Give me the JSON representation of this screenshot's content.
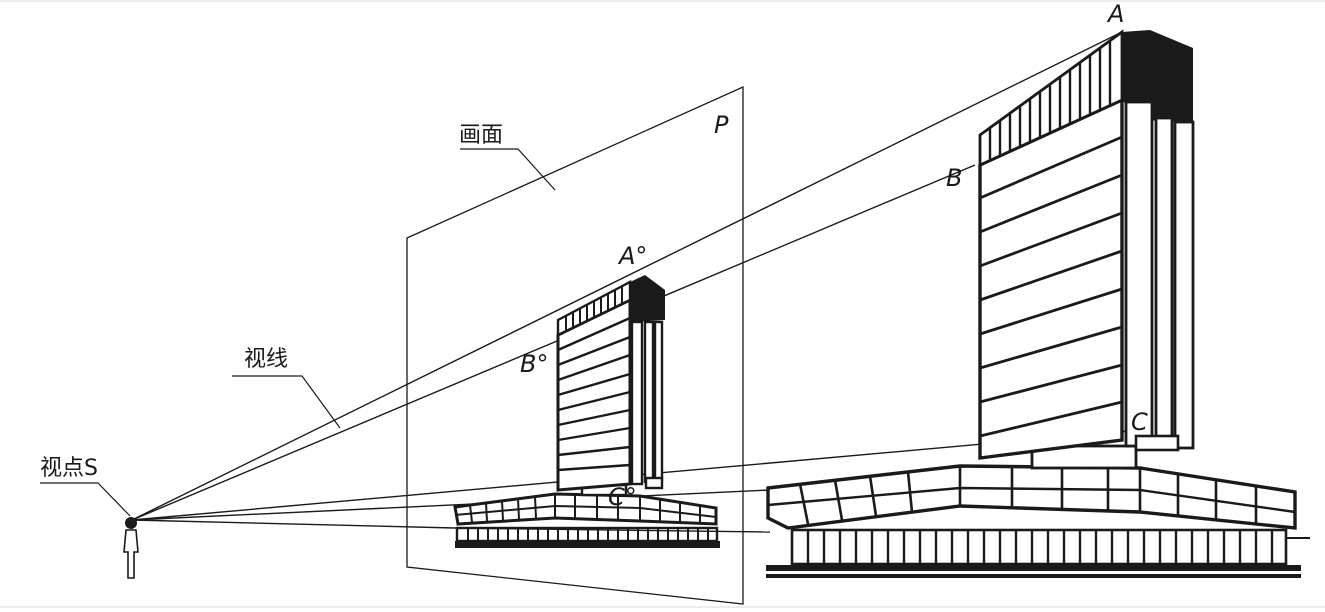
{
  "labels": {
    "picture_plane": "画面",
    "plane_letter": "P",
    "sight_line": "视线",
    "viewpoint": "视点S",
    "point_a": "A",
    "point_b": "B",
    "point_c": "C",
    "point_a_proj": "A°",
    "point_b_proj": "B°",
    "point_c_proj": "C°"
  },
  "colors": {
    "ink": "#1a1a1a",
    "paper": "#ffffff",
    "frame": "#d8d8d8"
  }
}
